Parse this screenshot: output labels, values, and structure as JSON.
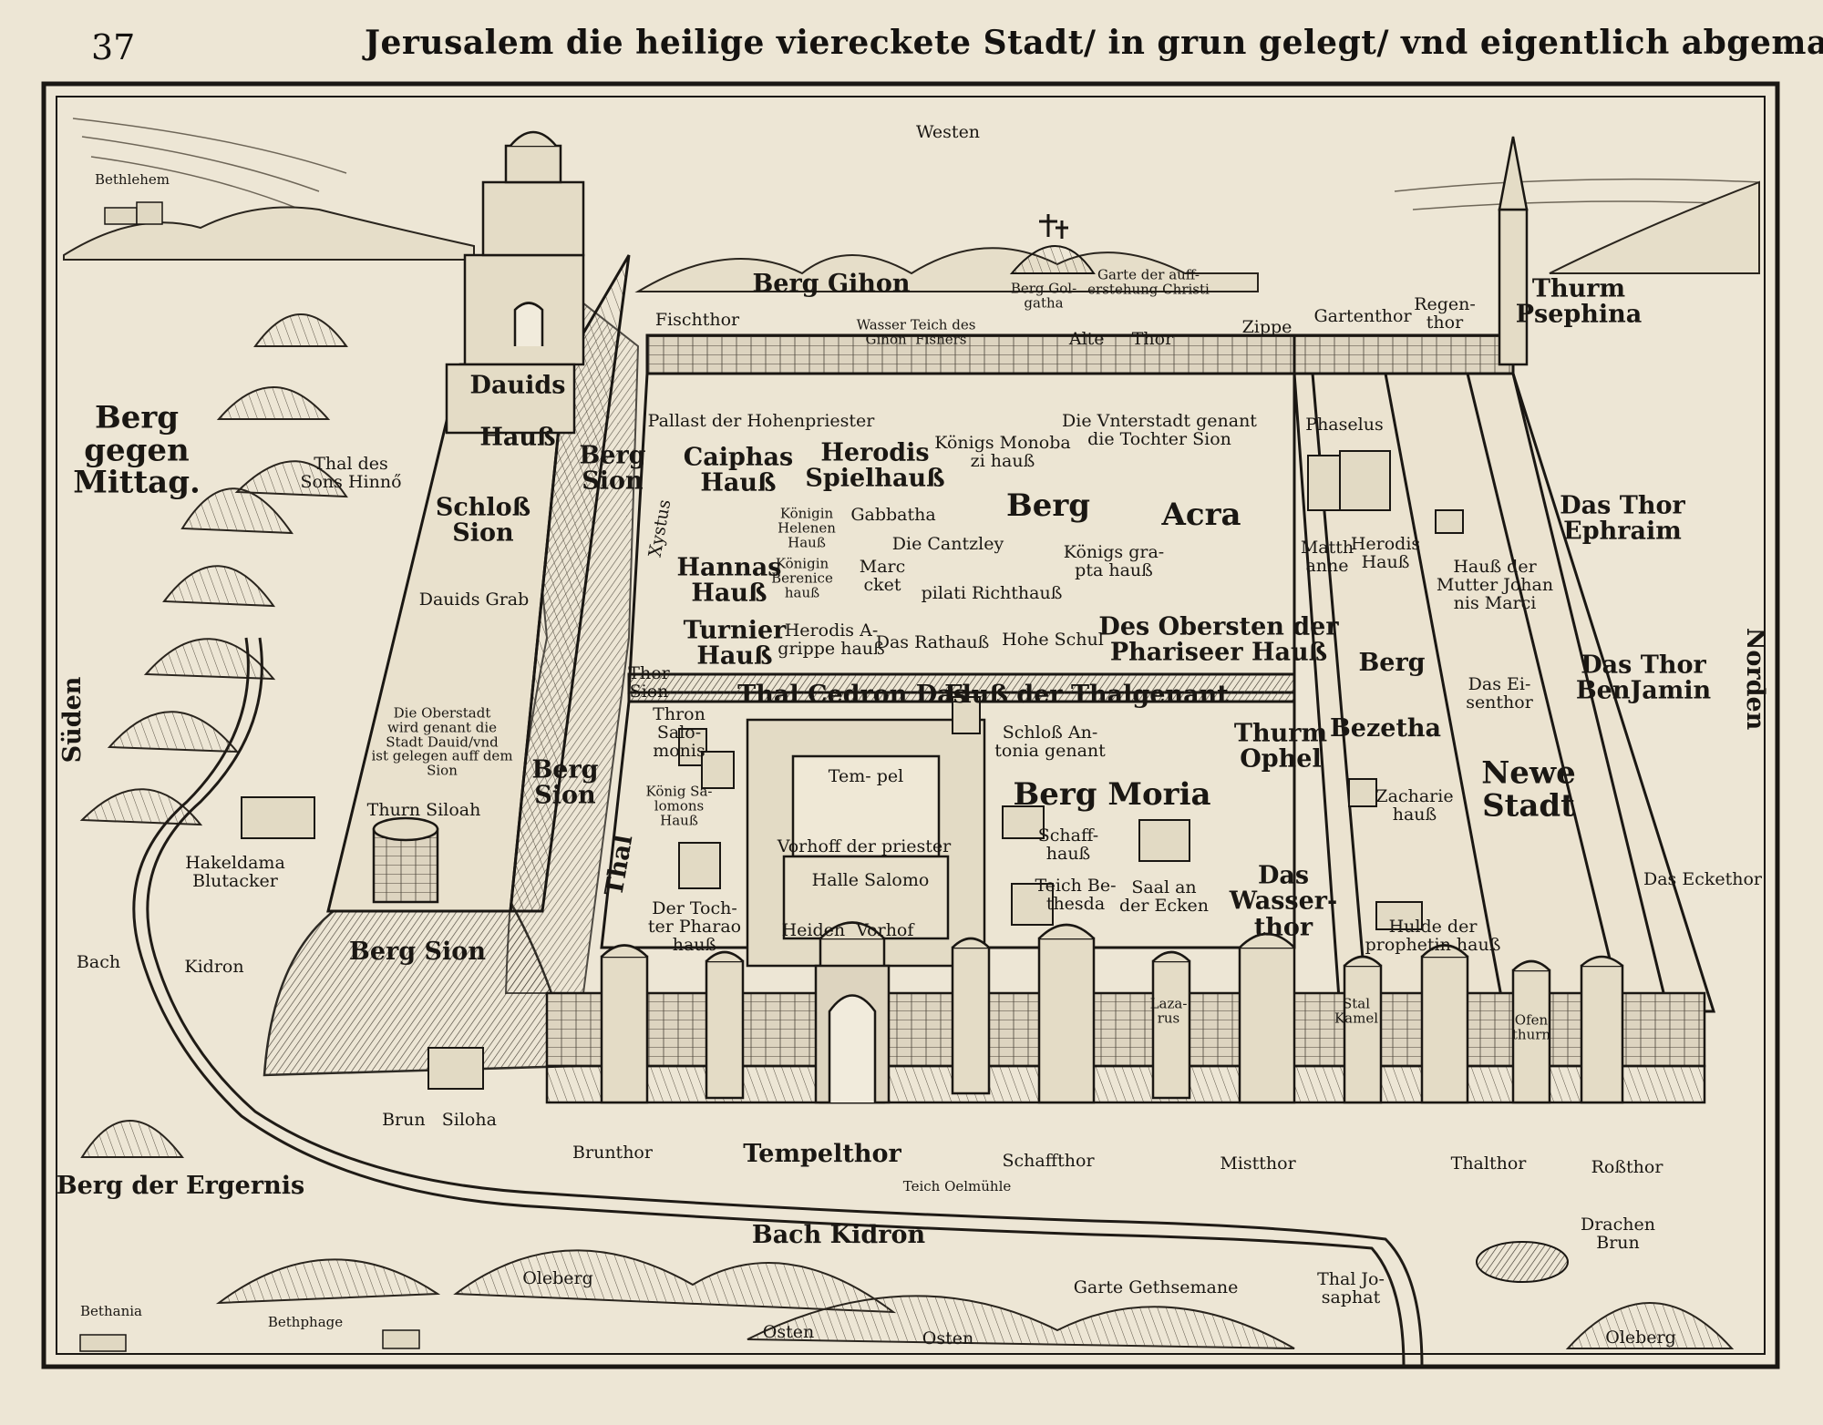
{
  "header": {
    "page_number": "37",
    "title": "Jerusalem die heilige viereckete Stadt/ in grun gelegt/ vnd eigentlich abgemalet."
  },
  "compass": {
    "west": "Westen",
    "east": "Osten",
    "south": "Süden",
    "north": "Norden"
  },
  "labels": {
    "bethlehem": "Bethlehem",
    "berg_gegen_mittag": "Berg\ngegen\nMittag.",
    "thal_des_sons_hinnon": "Thal des\nSons Hinnő",
    "davids_hauss": "Dauids\n\nHauß",
    "schloss_sion": "Schloß\nSion",
    "davids_grab": "Dauids Grab",
    "berg_sion_upper": "Berg\nSion",
    "die_oberstadt": "Die Oberstadt\nwird genant die\nStadt Dauid/vnd\nist gelegen auff dem\nSion",
    "thurn_siloah": "Thurn Siloah",
    "berg_sion_lower": "Berg\nSion",
    "berg_sion_rock": "Berg Sion",
    "hakeldama": "Hakeldama\nBlutacker",
    "bach_kidron_left": "Bach",
    "kidron_left": "Kidron",
    "brun_siloha": "Brun   Siloha",
    "berg_der_ergernis": "Berg der Ergernis",
    "bethania": "Bethania",
    "bethphage": "Bethphage",
    "oleberg_1": "Oleberg",
    "osten_label": "Osten",
    "oleberg_2": "Oleberg",
    "berg_gihon": "Berg Gihon",
    "berg_golgatha": "Berg Gol-\ngatha",
    "garte_auferstehung": "Garte der auff-\nerstehung Christi",
    "fischthor": "Fischthor",
    "wasser_teich": "Wasser Teich des\nGihon  Fishers",
    "alte_thor": "Alte     Thor",
    "zippe": "Zippe",
    "gartenthor": "Gartenthor",
    "regenthor": "Regen-\nthor",
    "thurm_psephina": "Thurm\nPsephina",
    "pallast_hohenpriester": "Pallast der Hohenpriester",
    "caiphas_hauss": "Caiphas\nHauß",
    "herodis_spielhaus": "Herodis\nSpielhauß",
    "koenigs_monobazi": "Königs Monoba\nzi hauß",
    "vnterstadt": "Die Vnterstadt genant\ndie Tochter Sion",
    "koenigin_helenen": "Königin\nHelenen\nHauß",
    "gabbatha": "Gabbatha",
    "berg": "Berg",
    "acra": "Acra",
    "die_cantzley": "Die Cantzley",
    "koenigs_grapta": "Königs gra-\npta hauß",
    "hannas_hauss": "Hannas\nHauß",
    "koenigin_berenice": "Königin\nBerenice\nhauß",
    "marckt": "Marc\ncket",
    "pilati_richthauss": "pilati Richthauß",
    "xystus": "Xystus",
    "turnier_hauss": "Turnier\nHauß",
    "herodis_agrippe": "Herodis A-\ngrippe hauß",
    "das_rathauss": "Das Rathauß",
    "hohe_schul": "Hohe Schul",
    "obersten_pharisaeer": "Des Obersten der\nPhariseer Hauß",
    "thor_sion": "Thor\nSion",
    "thal_cedron": "Thal Cedron Das",
    "fluss_thal": "Fluß der Thalgenant",
    "thron_salomonis": "Thron\nSalo-\nmonis",
    "tempel": "Tem- pel",
    "koenig_salomons_hauss": "König Sa-\nlomons\nHauß",
    "vorhoff_priester": "Vorhoff der priester",
    "halle_salomo": "Halle Salomo",
    "der_tochter_pharao": "Der Toch-\nter Pharao\nhauß",
    "heiden_vorhof": "Heiden  Vorhof",
    "thal_lower": "Thal",
    "schloss_antonia": "Schloß An-\ntonia genant",
    "thurm_ophel": "Thurm\nOphel",
    "berg_moria": "Berg Moria",
    "schaffhauss": "Schaff-\nhauß",
    "teich_bethesda": "Teich Be-\nthesda",
    "saal_ecken": "Saal an\nder Ecken",
    "das_wasserthor": "Das\nWasser-\nthor",
    "phaselus": "Phaselus",
    "mattheanne": "Matth\nanne",
    "herodis_hauss": "Herodis\nHauß",
    "das_thor_ephraim": "Das Thor\nEphraim",
    "mutter_johannis": "Hauß der\nMutter Johan\nnis Marci",
    "berg_bezetha_1": "Berg",
    "bezetha": "Bezetha",
    "das_eisenthor": "Das Ei-\nsenthor",
    "das_thor_benjamin": "Das Thor\nBenJamin",
    "newe_stadt": "Newe\nStadt",
    "zacharie_hauss": "Zacharie\nhauß",
    "das_eckethor": "Das Eckethor",
    "hulde_prophetin": "Hulde der\nprophetin hauß",
    "stall_kamel": "Stal\nKamel",
    "lazarus": "Laza-\nrus",
    "ofen_thurn": "Ofen\nthurn",
    "brunthor": "Brunthor",
    "tempelthor": "Tempelthor",
    "teich_oelmuehle": "Teich Oelmühle",
    "schaffthor": "Schaffthor",
    "mistthor": "Mistthor",
    "thalthor": "Thalthor",
    "rossthor": "Roßthor",
    "bach_kidron_bottom": "Bach Kidron",
    "garte_gethsemane": "Garte Gethsemane",
    "thal_josaphat": "Thal Jo-\nsaphat",
    "drachen_brun": "Drachen\nBrun"
  }
}
